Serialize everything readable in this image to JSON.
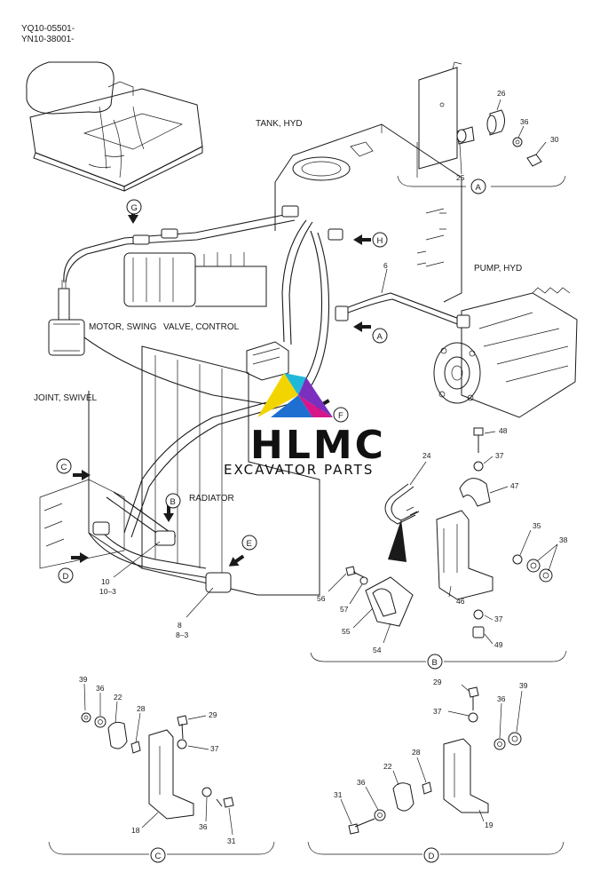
{
  "header": {
    "line1": "YQ10-05501-",
    "line2": "YN10-38001-"
  },
  "labels": {
    "tank": "TANK, HYD",
    "pump": "PUMP, HYD",
    "motor_swing": "MOTOR, SWING",
    "valve_control": "VALVE, CONTROL",
    "joint_swivel": "JOINT, SWIVEL",
    "radiator": "RADIATOR"
  },
  "view_markers": {
    "A": "A",
    "B": "B",
    "C": "C",
    "D": "D",
    "E": "E",
    "F": "F",
    "G": "G",
    "H": "H"
  },
  "part_numbers": {
    "p6": "6",
    "p8": "8",
    "p8_3": "8–3",
    "p10": "10",
    "p10_3": "10–3",
    "a26": "26",
    "a36": "36",
    "a30": "30",
    "a25": "25",
    "b48": "48",
    "b37a": "37",
    "b24": "24",
    "b47": "47",
    "b35": "35",
    "b38": "38",
    "b56": "56",
    "b57": "57",
    "b46": "46",
    "b55": "55",
    "b37b": "37",
    "b54": "54",
    "b49": "49",
    "c39": "39",
    "c36a": "36",
    "c22": "22",
    "c28": "28",
    "c29": "29",
    "c37": "37",
    "c18": "18",
    "c36b": "36",
    "c31": "31",
    "d29": "29",
    "d39": "39",
    "d37": "37",
    "d36a": "36",
    "d28": "28",
    "d22": "22",
    "d31": "31",
    "d36b": "36",
    "d19": "19"
  },
  "detail_labels": {
    "A": "A",
    "B": "B",
    "C": "C",
    "D": "D"
  },
  "watermark": {
    "brand": "HLMC",
    "tagline": "EXCAVATOR PARTS"
  },
  "colors": {
    "line": "#1a1a1a",
    "logo_magenta": "#d6168a",
    "logo_yellow": "#f2d500",
    "logo_blue": "#1f6fd1",
    "logo_purple": "#7b2fbf",
    "logo_cyan": "#20b8d8"
  }
}
